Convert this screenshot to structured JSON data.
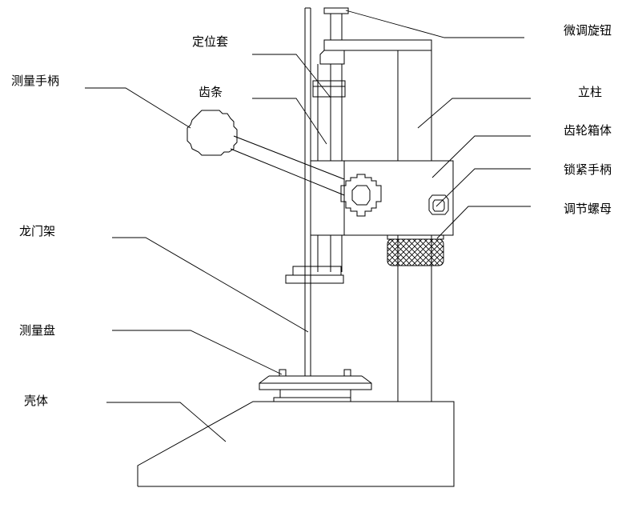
{
  "labels": {
    "fine_knob": "微调旋钮",
    "positioning_sleeve": "定位套",
    "measuring_handle": "测量手柄",
    "rack": "齿条",
    "column": "立柱",
    "gearbox": "齿轮箱体",
    "locking_handle": "锁紧手柄",
    "adjusting_nut": "调节螺母",
    "gantry_frame": "龙门架",
    "measuring_plate": "测量盘",
    "housing": "壳体"
  }
}
